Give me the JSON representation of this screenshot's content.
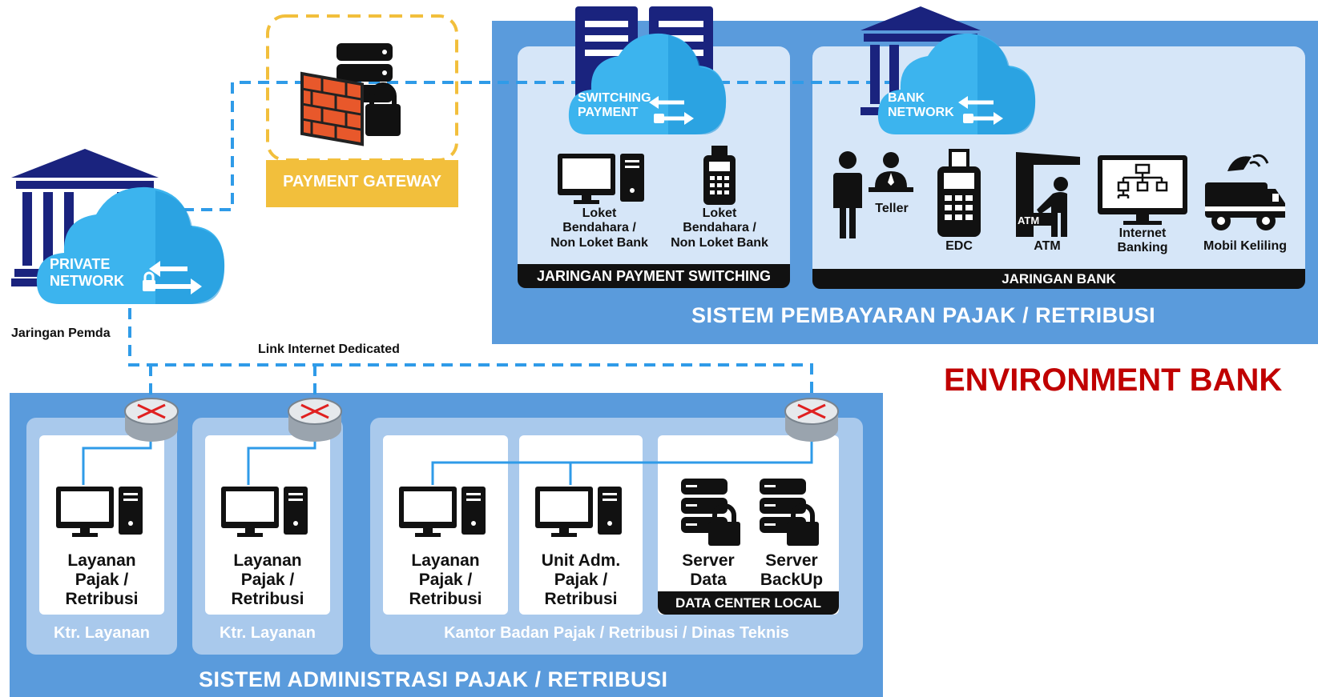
{
  "environment_label": "ENVIRONMENT BANK",
  "clouds": {
    "private": [
      "PRIVATE",
      "NETWORK"
    ],
    "switching": [
      "SWITCHING",
      "PAYMENT"
    ],
    "bank": [
      "BANK",
      "NETWORK"
    ]
  },
  "payment_gateway": "PAYMENT GATEWAY",
  "jaringan_pemda": "Jaringan Pemda",
  "link_label": "Link Internet Dedicated",
  "sistem_pembayaran": {
    "title": "SISTEM PEMBAYARAN PAJAK / RETRIBUSI",
    "switching_panel": {
      "bar": "JARINGAN PAYMENT SWITCHING",
      "items": [
        [
          "Loket",
          "Bendahara /",
          "Non Loket Bank"
        ],
        [
          "Loket",
          "Bendahara /",
          "Non Loket Bank"
        ]
      ]
    },
    "bank_panel": {
      "bar": "JARINGAN BANK",
      "teller": "Teller",
      "edc": "EDC",
      "atm": "ATM",
      "atm_sign": "ATM",
      "internet_banking": [
        "Internet",
        "Banking"
      ],
      "mobil": "Mobil Keliling"
    }
  },
  "sistem_administrasi": {
    "title": "SISTEM ADMINISTRASI PAJAK / RETRIBUSI",
    "panels": [
      {
        "caption": "Ktr. Layanan",
        "card": [
          "Layanan",
          "Pajak /",
          "Retribusi"
        ]
      },
      {
        "caption": "Ktr. Layanan",
        "card": [
          "Layanan",
          "Pajak /",
          "Retribusi"
        ]
      }
    ],
    "kantor": {
      "caption": "Kantor Badan Pajak / Retribusi / Dinas Teknis",
      "card1": [
        "Layanan",
        "Pajak /",
        "Retribusi"
      ],
      "card2": [
        "Unit Adm.",
        "Pajak /",
        "Retribusi"
      ],
      "server_data": [
        "Server",
        "Data"
      ],
      "server_backup": [
        "Server",
        "BackUp"
      ],
      "data_center_bar": "DATA CENTER LOCAL"
    }
  },
  "colors": {
    "region_blue": "#5a9bdc",
    "panel_light": "#a9c9ec",
    "cloud_blue": "#3cb4ee",
    "dashed_link": "#2f9be8",
    "gateway_yellow": "#f2bf3c",
    "env_red": "#c00000",
    "building_navy": "#1a237e"
  }
}
